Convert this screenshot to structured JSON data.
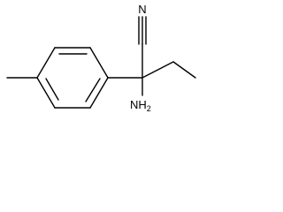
{
  "molecule": {
    "atoms": {
      "nitrile_n": {
        "symbol": "N"
      },
      "amine": {
        "symbol": "NH",
        "subscript": "2"
      }
    },
    "bond_color": "#000000",
    "background": "#ffffff"
  }
}
